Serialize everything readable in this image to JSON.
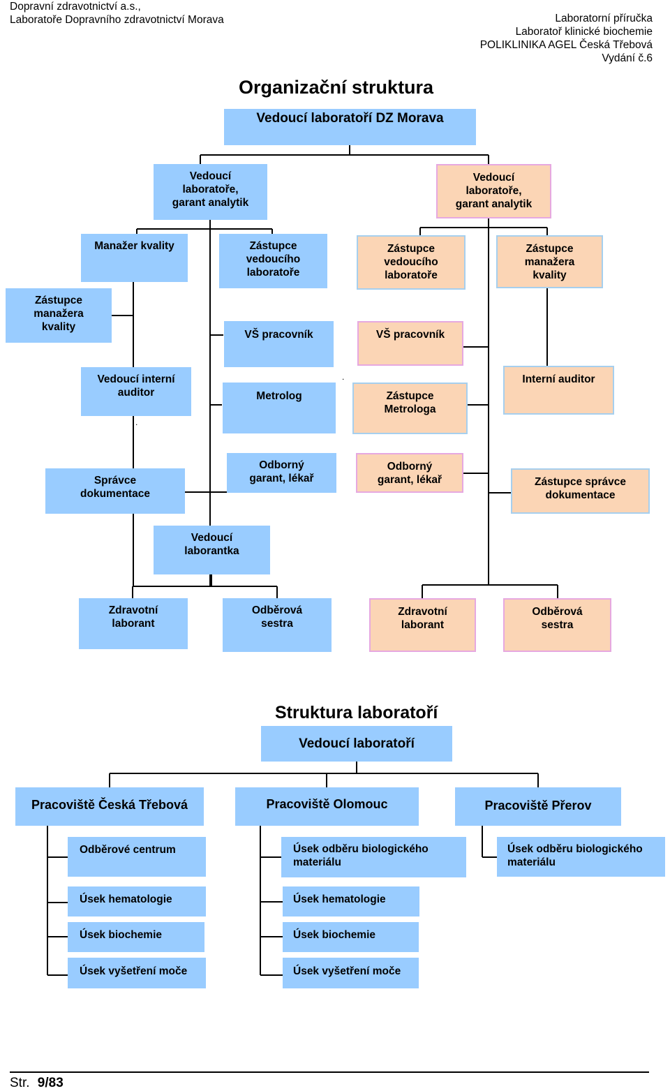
{
  "header": {
    "left": [
      "Dopravní zdravotnictví a.s.,",
      "Laboratoře Dopravního zdravotnictví Morava"
    ],
    "right": [
      "Laboratorní příručka",
      "Laboratoř klinické biochemie",
      "POLIKLINIKA AGEL Česká Třebová",
      "Vydání č.6"
    ]
  },
  "org": {
    "title": "Organizační struktura",
    "top": "Vedoucí laboratoří DZ Morava",
    "head_left": [
      "Vedoucí",
      "laboratoře,",
      "garant analytik"
    ],
    "head_right": [
      "Vedoucí",
      "laboratoře,",
      "garant analytik"
    ],
    "manazer_kvality": "Manažer kvality",
    "zastupce_vedouciho_left": [
      "Zástupce",
      "vedoucího",
      "laboratoře"
    ],
    "zastupce_vedouciho_right": [
      "Zástupce",
      "vedoucího",
      "laboratoře"
    ],
    "zastupce_manazera_right": [
      "Zástupce",
      "manažera",
      "kvality"
    ],
    "zastupce_manazera_left": [
      "Zástupce",
      "manažera",
      "kvality"
    ],
    "vs_left": "VŠ pracovník",
    "vs_right": "VŠ pracovník",
    "vedouci_auditor": [
      "Vedoucí interní",
      "auditor"
    ],
    "metrolog": "Metrolog",
    "zastupce_metrologa": [
      "Zástupce",
      "Metrologa"
    ],
    "interni_auditor": "Interní auditor",
    "spravce_dok": [
      "Správce",
      "dokumentace"
    ],
    "garant_left": [
      "Odborný",
      "garant, lékař"
    ],
    "garant_right": [
      "Odborný",
      "garant, lékař"
    ],
    "zastupce_spravce": [
      "Zástupce správce",
      "dokumentace"
    ],
    "vedouci_laborantka": [
      "Vedoucí",
      "laborantka"
    ],
    "zdrav_lab_left": [
      "Zdravotní",
      "laborant"
    ],
    "odberova_left": [
      "Odběrová",
      "sestra"
    ],
    "zdrav_lab_right": [
      "Zdravotní",
      "laborant"
    ],
    "odberova_right": [
      "Odběrová",
      "sestra"
    ]
  },
  "lab": {
    "title": "Struktura laboratoří",
    "top": "Vedoucí laboratoří",
    "ct": "Pracoviště Česká Třebová",
    "ol": "Pracoviště Olomouc",
    "pr": "Pracoviště Přerov",
    "ct_items": [
      "Odběrové centrum",
      "Úsek hematologie",
      "Úsek biochemie",
      "Úsek vyšetření moče"
    ],
    "ol_first": [
      "Úsek odběru biologického",
      "materiálu"
    ],
    "ol_items": [
      "Úsek hematologie",
      "Úsek biochemie",
      "Úsek vyšetření moče"
    ],
    "pr_first": [
      "Úsek odběru biologického",
      "materiálu"
    ]
  },
  "footer": {
    "label": "Str.",
    "page": "9/83"
  },
  "colors": {
    "blue": "#99ccff",
    "peach": "#fbd5b5",
    "peach_border": "#e6a8e0"
  }
}
